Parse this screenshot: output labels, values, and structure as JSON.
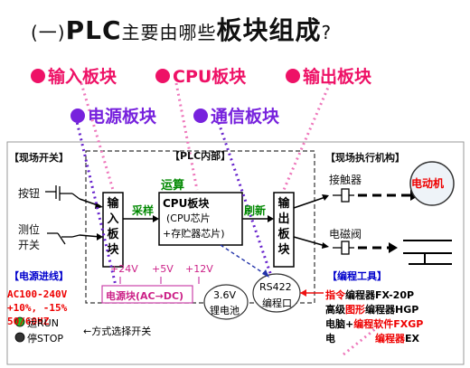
{
  "title": {
    "prefix": "(一)",
    "main": "PLC",
    "mid": "主要由哪些",
    "big": "板块组成",
    "q": "?"
  },
  "categories": [
    {
      "label": "输入板块",
      "color": "#ee1166"
    },
    {
      "label": "CPU板块",
      "color": "#ee1166"
    },
    {
      "label": "输出板块",
      "color": "#ee1166"
    },
    {
      "label": "电源板块",
      "color": "#7722dd"
    },
    {
      "label": "通信板块",
      "color": "#7722dd"
    }
  ],
  "headers": {
    "field_switch": "【现场开关】",
    "plc_inner": "【PLC内部】",
    "field_actuator": "【现场执行机构】"
  },
  "inputs": {
    "button": "按钮",
    "limit_switch_1": "测位",
    "limit_switch_2": "开关"
  },
  "input_block": "输入板块",
  "output_block": "输出板块",
  "cpu_block": {
    "title": "CPU板块",
    "line1": "(CPU芯片",
    "line2": "+存贮器芯片)"
  },
  "labels": {
    "compute": "运算",
    "sample": "采样",
    "refresh": "刷新"
  },
  "outputs": {
    "contactor": "接触器",
    "motor": "电动机",
    "solenoid": "电磁阀"
  },
  "voltages": [
    "+24V",
    "+5V",
    "+12V"
  ],
  "power_block": "电源块(AC→DC)",
  "battery": {
    "line1": "3.6V",
    "line2": "锂电池"
  },
  "comm": {
    "line1": "RS422",
    "line2": "编程口"
  },
  "power_in": {
    "title": "【电源进线】",
    "line1": "AC100-240V",
    "line2": "+10%, -15%",
    "line3": "50/60HZ"
  },
  "mode": {
    "run": "运RUN",
    "stop": "停STOP",
    "desc": "←方式选择开关"
  },
  "prog_tools": {
    "title": "【编程工具】",
    "r1a": "指令",
    "r1b": "编程器FX-20P",
    "r2a": "高级",
    "r2b": "图形",
    "r2c": "编程器HGP",
    "r3a": "电脑+",
    "r3b": "编程软件",
    "r3c": "FXGP",
    "r4a": "电",
    "r4b": "编程器",
    "r4c": "EX"
  }
}
